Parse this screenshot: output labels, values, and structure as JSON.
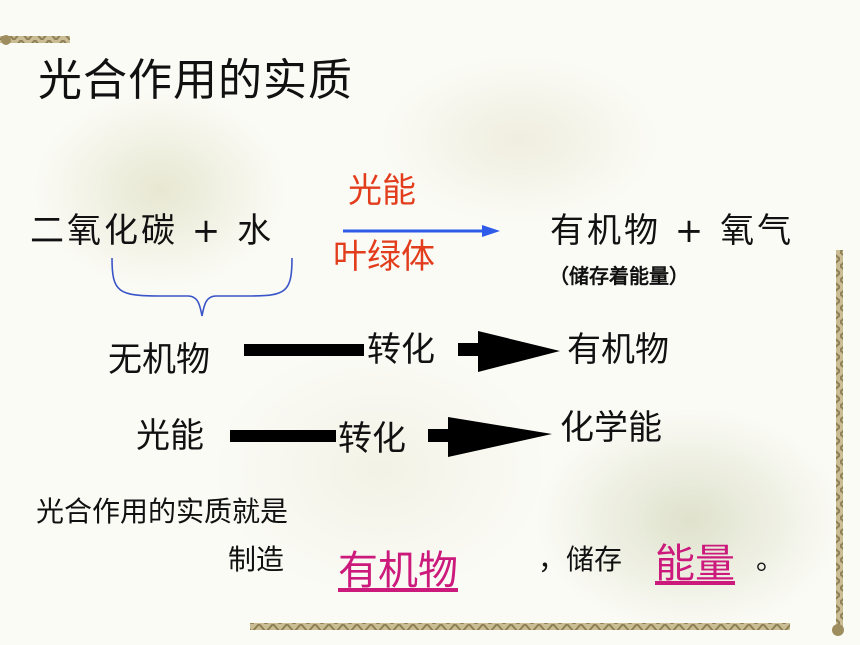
{
  "title": "光合作用的实质",
  "equation": {
    "reactants": "二氧化碳 + 水",
    "condition_top": "光能",
    "condition_bottom": "叶绿体",
    "products": "有机物 + 氧气",
    "products_note": "（储存着能量）"
  },
  "row1": {
    "from": "无机物",
    "verb": "转化",
    "to": "有机物"
  },
  "row2": {
    "from": "光能",
    "verb": "转化",
    "to": "化学能"
  },
  "conclusion": {
    "line1": "光合作用的实质就是",
    "prefix": "制造",
    "blank1": "有机物",
    "middle": "，储存",
    "blank2": "能量",
    "end": "。"
  },
  "colors": {
    "accent_red": "#e23d1d",
    "accent_pink": "#cc1a7c",
    "arrow_blue": "#2f5bea",
    "border_cord": "#b9a97d"
  }
}
